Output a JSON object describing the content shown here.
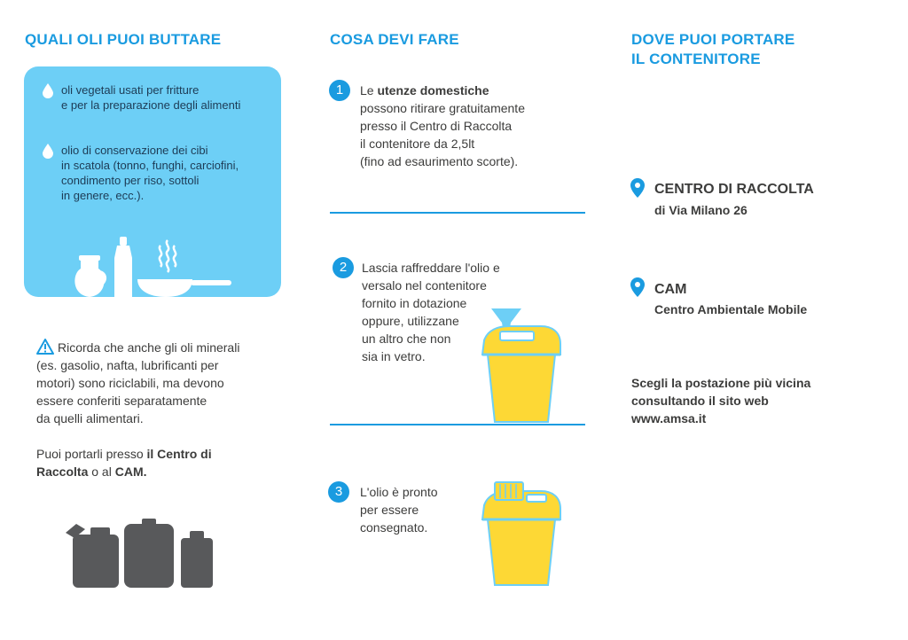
{
  "columns": {
    "col1_heading": "QUALI OLI PUOI BUTTARE",
    "col2_heading": "COSA DEVI FARE",
    "col3_heading": [
      "DOVE PUOI PORTARE",
      "IL CONTENITORE"
    ]
  },
  "oils": [
    {
      "lines": [
        "oli vegetali usati per fritture",
        "e per la preparazione degli alimenti"
      ]
    },
    {
      "lines": [
        "olio di conservazione dei cibi",
        "in scatola (tonno, funghi, carciofini,",
        "condimento per riso, sottoli",
        "in genere, ecc.)."
      ]
    }
  ],
  "warning": {
    "lines": [
      "Ricorda che anche gli oli minerali",
      "(es. gasolio, nafta, lubrificanti per",
      "motori) sono riciclabili, ma devono",
      "essere conferiti separatamente",
      "da quelli alimentari."
    ],
    "cta_pre": "Puoi portarli presso ",
    "cta_bold1": "il Centro di",
    "cta_bold1b": "Raccolta",
    "cta_mid": " o al ",
    "cta_bold2": "CAM."
  },
  "steps": [
    {
      "num": "1",
      "pre": "Le ",
      "bold": "utenze domestiche",
      "lines": [
        "possono ritirare gratuitamente",
        "presso il Centro di Raccolta",
        "il contenitore da 2,5lt",
        "(fino ad esaurimento scorte)."
      ]
    },
    {
      "num": "2",
      "lines": [
        "Lascia raffreddare l'olio e",
        "versalo nel contenitore",
        "fornito in dotazione",
        "oppure, utilizzane",
        "un altro che non",
        "sia in vetro."
      ]
    },
    {
      "num": "3",
      "lines": [
        "L'olio è pronto",
        "per essere",
        "consegnato."
      ]
    }
  ],
  "places": [
    {
      "title": "CENTRO DI RACCOLTA",
      "sub": "di Via Milano 26"
    },
    {
      "title": "CAM",
      "sub": "Centro Ambientale Mobile"
    }
  ],
  "closing": [
    "Scegli la postazione più vicina",
    "consultando il sito web",
    "www.amsa.it"
  ],
  "colors": {
    "accent": "#1a9be0",
    "panel": "#6dcff6",
    "bin": "#fdd835",
    "canister": "#58595b"
  }
}
